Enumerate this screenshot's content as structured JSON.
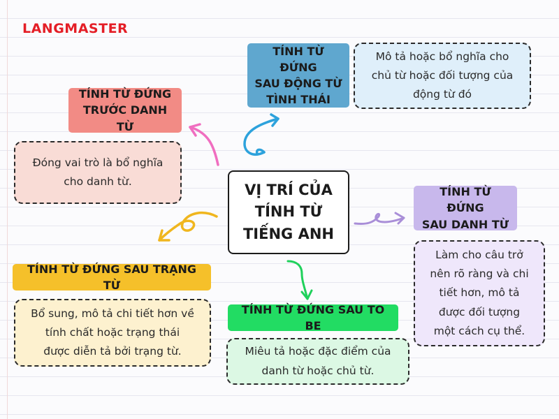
{
  "logo": "LANGMASTER",
  "center": "VỊ TRÍ CỦA\nTÍNH TỪ\nTIẾNG ANH",
  "nodes": {
    "before_noun": {
      "title": "TÍNH TỪ ĐỨNG\nTRƯỚC DANH TỪ",
      "desc": "Đóng vai trò là bổ nghĩa\ncho danh từ.",
      "color": "#f28b85"
    },
    "after_modal": {
      "title": "TÍNH TỪ ĐỨNG\nSAU ĐỘNG TỪ\nTÌNH THÁI",
      "desc": "Mô tả hoặc bổ nghĩa cho\nchủ từ hoặc đối tượng của\nđộng từ đó",
      "color": "#5fa7cf"
    },
    "after_noun": {
      "title": "TÍNH TỪ ĐỨNG\nSAU DANH TỪ",
      "desc": "Làm cho câu trở\nnên rõ ràng và chi\ntiết hơn, mô tả\nđược đối tượng\nmột cách cụ thể.",
      "color": "#c8b8ec"
    },
    "after_adverb": {
      "title": "TÍNH TỪ ĐỨNG SAU TRẠNG TỪ",
      "desc": "Bổ sung, mô tả chi tiết hơn về\ntính chất hoặc trạng thái\nđược diễn tả bởi trạng từ.",
      "color": "#f5c02a"
    },
    "after_tobe": {
      "title": "TÍNH TỪ ĐỨNG SAU TO BE",
      "desc": "Miêu tả hoặc đặc điểm của\ndanh từ hoặc chủ từ.",
      "color": "#22dc63"
    }
  }
}
